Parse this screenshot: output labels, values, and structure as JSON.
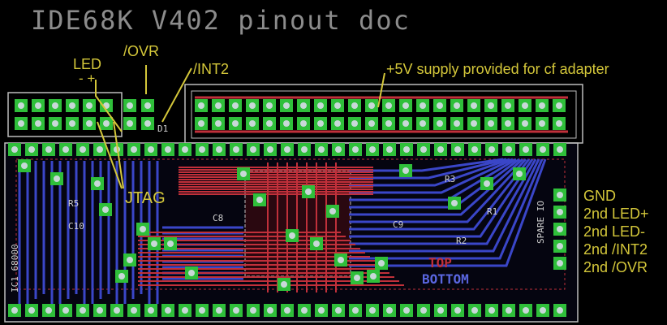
{
  "title": "IDE68K V402 pinout doc",
  "annotations": {
    "led": "LED",
    "led_polarity": "- +",
    "ovr": "/OVR",
    "int2": "/INT2",
    "supply": "+5V supply provided for cf adapter",
    "jtag": "JTAG"
  },
  "right_pins": [
    "GND",
    "2nd LED+",
    "2nd LED-",
    "2nd /INT2",
    "2nd /OVR"
  ],
  "board_labels": {
    "top": "TOP",
    "bottom": "BOTTOM",
    "ic": "IC1 68000",
    "spare": "SPARE IO",
    "r3": "R3",
    "r1": "R1",
    "r2": "R2",
    "r5": "R5",
    "c8": "C8",
    "c9": "C9",
    "c10": "C10",
    "d1": "D1"
  },
  "colors": {
    "background": "#000000",
    "pad": "#2fbf3a",
    "pad_hole": "#c8d8d8",
    "top_trace": "#c0303a",
    "bottom_trace": "#3a46c8",
    "annotation": "#d4c73a",
    "outline": "#bdbdbd"
  }
}
